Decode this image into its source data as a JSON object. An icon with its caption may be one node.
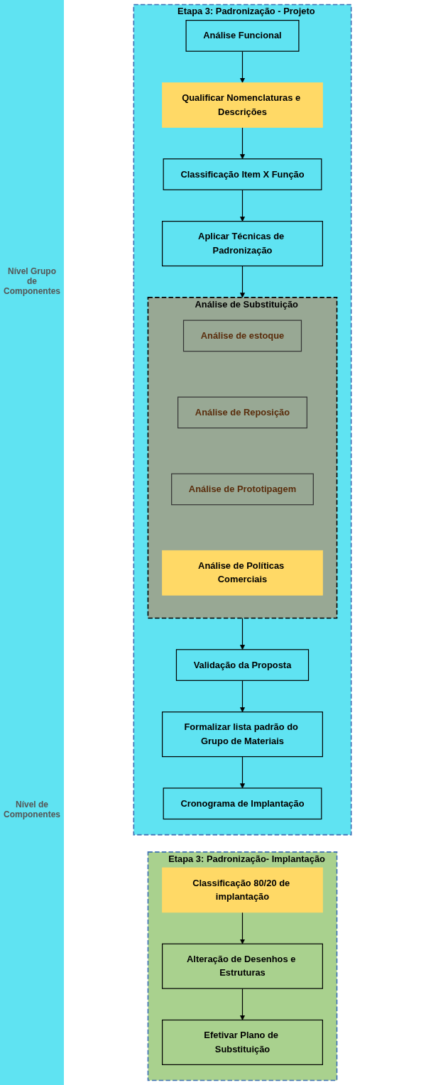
{
  "diagram": {
    "nodes": [
      {
        "text": [
          "Etapa 3: Padronização - Projeto"
        ]
      },
      {
        "text": [
          "Análise Funcional"
        ],
        "in": 0
      },
      {
        "text": [
          "Qualificar Nomenclaturas e Descrições"
        ],
        "in": 0
      },
      {
        "text": [
          "Classificação Item X Função"
        ],
        "in": 0
      },
      {
        "text": [
          "Aplicar Técnicas de Padronização"
        ],
        "in": 0
      },
      {
        "text": [
          "Análise de Substituição"
        ],
        "in": 0
      },
      {
        "text": [
          "Análise de estoque"
        ],
        "in": 5
      },
      {
        "text": [
          "Análise de Reposição"
        ],
        "in": 5
      },
      {
        "text": [
          "Análise de Prototipagem"
        ],
        "in": 5
      },
      {
        "text": [
          "Análise de Políticas Comerciais"
        ],
        "in": 5
      },
      {
        "text": [
          "Validação da Proposta"
        ],
        "in": 0
      },
      {
        "text": [
          "Formalizar lista padrão do Grupo de Materiais"
        ],
        "in": 0
      },
      {
        "text": [
          "Cronograma de Implantação"
        ],
        "in": 0
      },
      {
        "text": [
          "Etapa 3: Padronização- Implantação"
        ]
      },
      {
        "text": [
          "Classificação 80/20 de implantação"
        ],
        "in": 13
      },
      {
        "text": [
          "Alteração de Desenhos e Estruturas"
        ],
        "in": 13
      },
      {
        "text": [
          "Efetivar Plano de Substituição"
        ],
        "in": 13
      }
    ],
    "edges": [
      {
        "from": 1,
        "to": 2,
        "arrow": "to"
      },
      {
        "from": 2,
        "to": 3,
        "arrow": "to"
      },
      {
        "from": 3,
        "to": 4,
        "arrow": "to"
      },
      {
        "from": 4,
        "to": 5,
        "arrow": "to"
      },
      {
        "from": 5,
        "to": 10,
        "arrow": "to"
      },
      {
        "from": 10,
        "to": 11,
        "arrow": "to"
      },
      {
        "from": 11,
        "to": 12,
        "arrow": "to"
      },
      {
        "from": 14,
        "to": 15,
        "arrow": "to"
      },
      {
        "from": 15,
        "to": 16,
        "arrow": "to"
      }
    ],
    "labels": [
      "Nível Grupo de Componentes",
      "Nível de Componentes"
    ]
  }
}
